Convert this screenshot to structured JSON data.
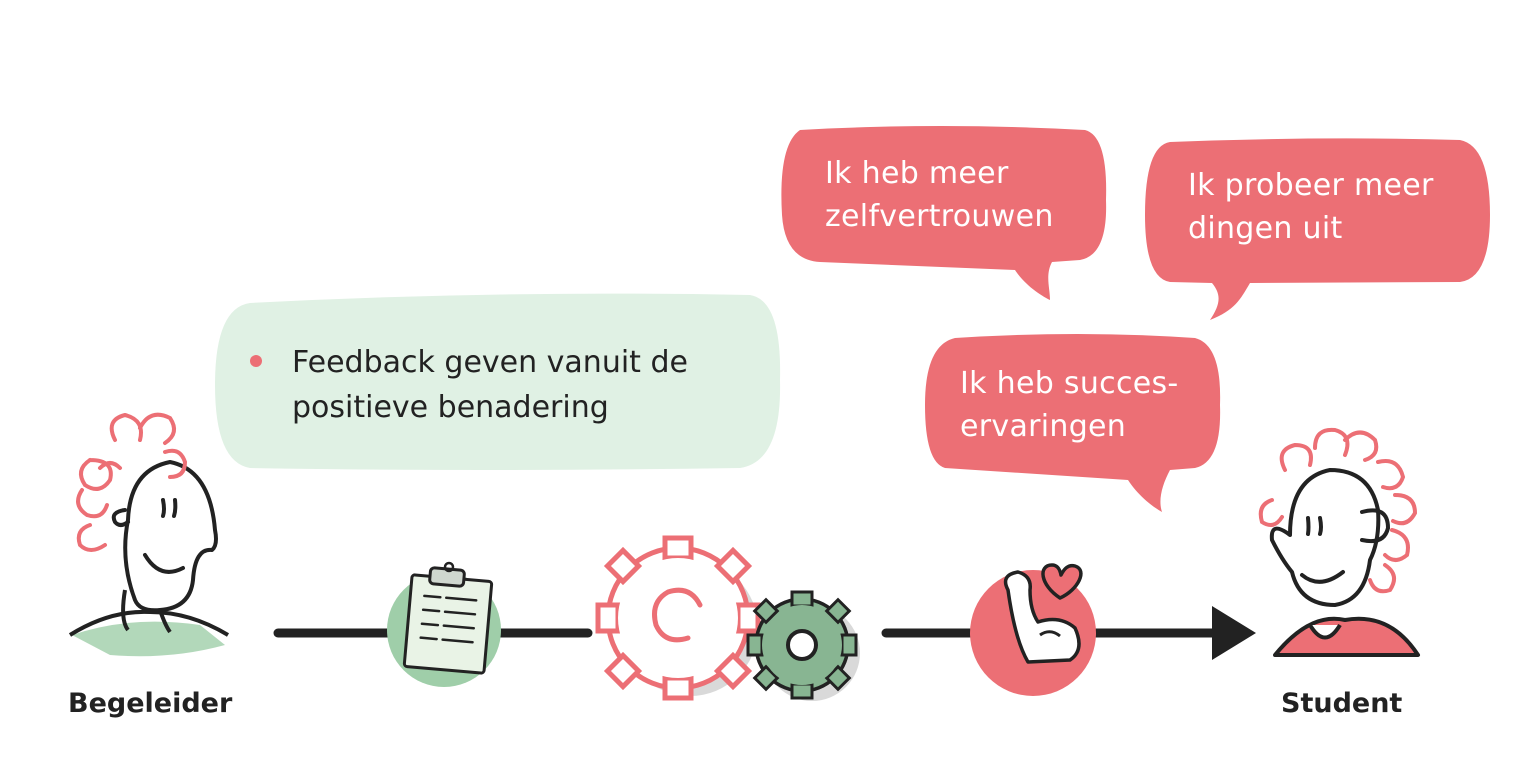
{
  "feedback_box": {
    "items": [
      "Feedback geven vanuit de positieve benadering"
    ]
  },
  "bubbles": [
    "Ik heb meer zelfvertrouwen",
    "Ik probeer meer dingen uit",
    "Ik heb succes-ervaringen"
  ],
  "people": {
    "left": "Begeleider",
    "right": "Student"
  },
  "icons": [
    "clipboard-icon",
    "gears-icon",
    "muscle-heart-icon",
    "arrow-icon"
  ],
  "colors": {
    "accent_red": "#ec6f75",
    "soft_green": "#e0f1e4",
    "icon_green": "#9fcea9",
    "gear_green": "#88b592",
    "line": "#222222"
  }
}
